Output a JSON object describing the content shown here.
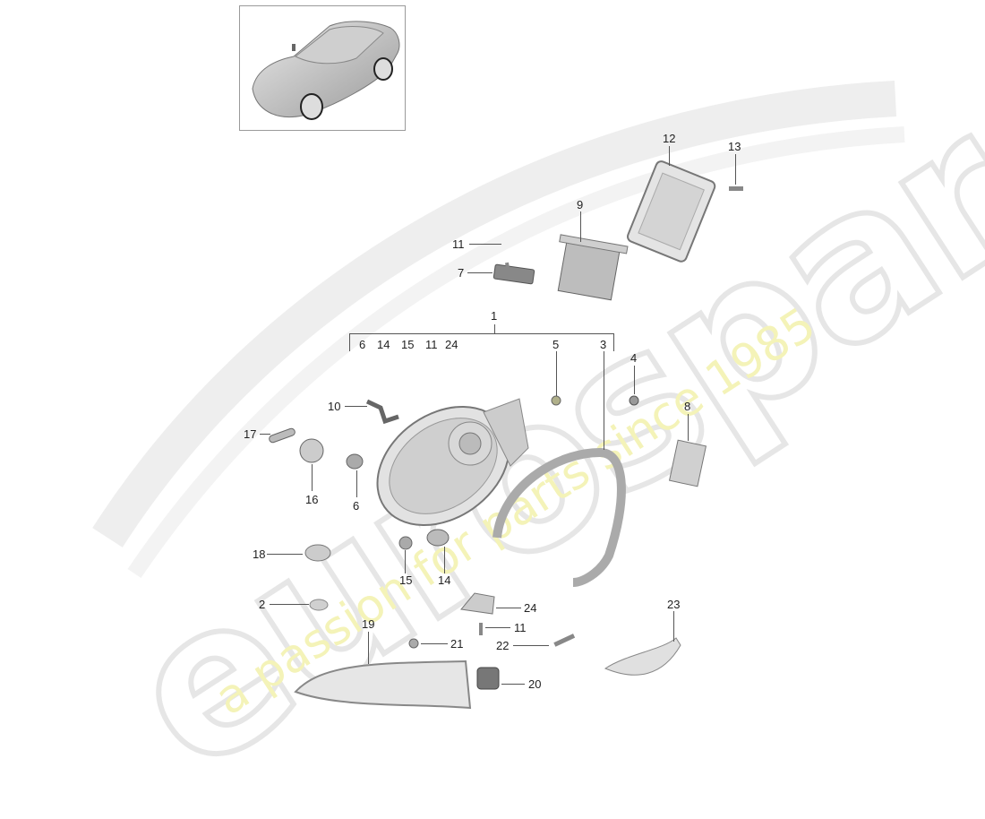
{
  "diagram": {
    "title": "Headlight assembly parts diagram",
    "thumbnail_alt": "Porsche 911 coupe overview",
    "watermark": {
      "logo": "eurospares",
      "tagline": "a passion for parts since 1985"
    },
    "group_callout": {
      "number": "1",
      "includes": [
        "6",
        "14",
        "15",
        "11",
        "24",
        "5",
        "3"
      ]
    },
    "callouts": [
      {
        "id": "c1",
        "number": "1"
      },
      {
        "id": "c2",
        "number": "2"
      },
      {
        "id": "c3",
        "number": "3"
      },
      {
        "id": "c4",
        "number": "4"
      },
      {
        "id": "c5",
        "number": "5"
      },
      {
        "id": "c6",
        "number": "6"
      },
      {
        "id": "c7",
        "number": "7"
      },
      {
        "id": "c8",
        "number": "8"
      },
      {
        "id": "c9",
        "number": "9"
      },
      {
        "id": "c10",
        "number": "10"
      },
      {
        "id": "c11a",
        "number": "11"
      },
      {
        "id": "c11b",
        "number": "11"
      },
      {
        "id": "c12",
        "number": "12"
      },
      {
        "id": "c13",
        "number": "13"
      },
      {
        "id": "c14",
        "number": "14"
      },
      {
        "id": "c15",
        "number": "15"
      },
      {
        "id": "c16",
        "number": "16"
      },
      {
        "id": "c17",
        "number": "17"
      },
      {
        "id": "c18",
        "number": "18"
      },
      {
        "id": "c19",
        "number": "19"
      },
      {
        "id": "c20",
        "number": "20"
      },
      {
        "id": "c21",
        "number": "21"
      },
      {
        "id": "c22",
        "number": "22"
      },
      {
        "id": "c23",
        "number": "23"
      },
      {
        "id": "c24",
        "number": "24"
      }
    ],
    "bracket_labels": [
      "6",
      "14",
      "15",
      "11",
      "24",
      "5",
      "3"
    ]
  }
}
